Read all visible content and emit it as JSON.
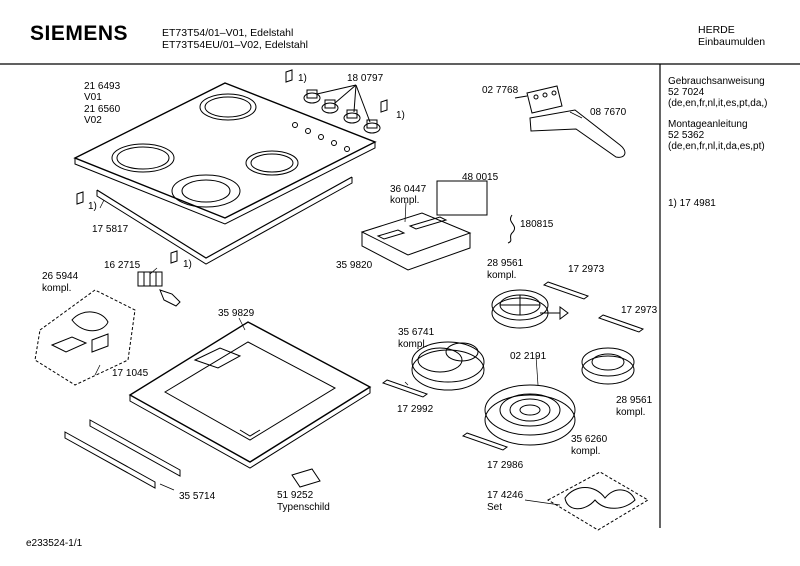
{
  "header": {
    "brand": "SIEMENS",
    "model_line1": "ET73T54/01–V01, Edelstahl",
    "model_line2": "ET73T54EU/01–V02, Edelstahl",
    "category_line1": "HERDE",
    "category_line2": "Einbaumulden"
  },
  "sidebar": {
    "manual_title": "Gebrauchsanweisung",
    "manual_number": "52 7024",
    "manual_langs": "(de,en,fr,nl,it,es,pt,da,)",
    "install_title": "Montageanleitung",
    "install_number": "52 5362",
    "install_langs": "(de,en,fr,nl,it,da,es,pt)",
    "footnote": "1)  17 4981"
  },
  "parts": {
    "p216493": "21 6493",
    "v01": "V01",
    "p216560": "21 6560",
    "v02": "V02",
    "fn1a": "1)",
    "p180797": "18 0797",
    "fn1b": "1)",
    "p027768": "02 7768",
    "p087670": "08 7670",
    "fn1c": "1)",
    "p175817": "17 5817",
    "p480015": "48 0015",
    "p360447": "36 0447",
    "p360447b": "kompl.",
    "p180815": "180815",
    "fn1d": "1)",
    "p162715": "16 2715",
    "p359820": "35 9820",
    "p265944": "26 5944",
    "p265944b": "kompl.",
    "p289561a": "28 9561",
    "p289561ab": "kompl.",
    "p172973a": "17 2973",
    "p172973b": "17 2973",
    "p359829": "35 9829",
    "p356741": "35 6741",
    "p356741b": "kompl.",
    "p022191": "02 2191",
    "p171045": "17 1045",
    "p289561b": "28 9561",
    "p289561bb": "kompl.",
    "p172992": "17 2992",
    "p356260": "35 6260",
    "p356260b": "kompl.",
    "p172986": "17 2986",
    "p174246": "17 4246",
    "p174246b": "Set",
    "p355714": "35 5714",
    "p519252": "51 9252",
    "p519252b": "Typenschild"
  },
  "footer": {
    "doc_id": "e233524-1/1"
  }
}
